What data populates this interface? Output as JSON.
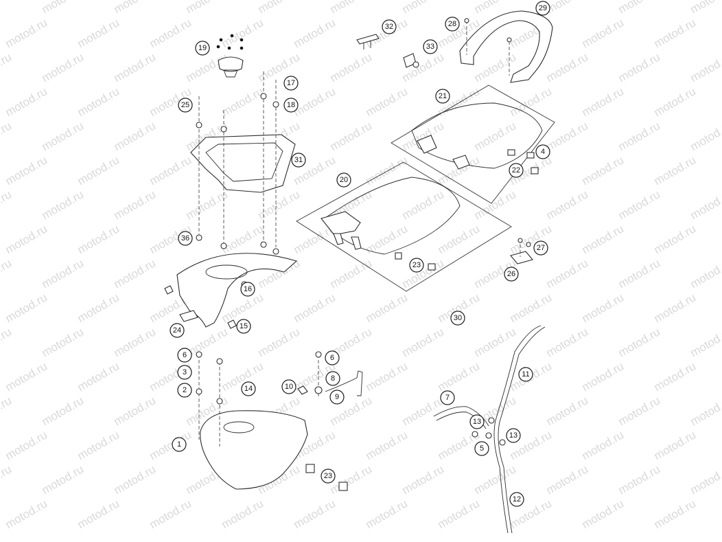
{
  "watermark": "motod.ru",
  "callouts": [
    {
      "label": "1"
    },
    {
      "label": "2"
    },
    {
      "label": "3"
    },
    {
      "label": "4"
    },
    {
      "label": "5"
    },
    {
      "label": "6"
    },
    {
      "label": "6"
    },
    {
      "label": "7"
    },
    {
      "label": "8"
    },
    {
      "label": "9"
    },
    {
      "label": "10"
    },
    {
      "label": "11"
    },
    {
      "label": "12"
    },
    {
      "label": "13"
    },
    {
      "label": "13"
    },
    {
      "label": "14"
    },
    {
      "label": "15"
    },
    {
      "label": "16"
    },
    {
      "label": "17"
    },
    {
      "label": "18"
    },
    {
      "label": "19"
    },
    {
      "label": "20"
    },
    {
      "label": "21"
    },
    {
      "label": "22"
    },
    {
      "label": "23"
    },
    {
      "label": "23"
    },
    {
      "label": "24"
    },
    {
      "label": "25"
    },
    {
      "label": "26"
    },
    {
      "label": "27"
    },
    {
      "label": "28"
    },
    {
      "label": "29"
    },
    {
      "label": "30"
    },
    {
      "label": "31"
    },
    {
      "label": "32"
    },
    {
      "label": "33"
    },
    {
      "label": "36"
    }
  ]
}
